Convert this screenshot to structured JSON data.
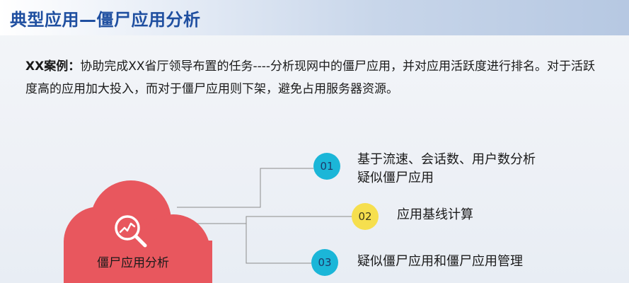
{
  "header": {
    "title": "典型应用—僵尸应用分析"
  },
  "case": {
    "label": "XX案例：",
    "text": "协助完成XX省厅领导布置的任务----分析现网中的僵尸应用，并对应用活跃度进行排名。对于活跃度高的应用加大投入，而对于僵尸应用则下架，避免占用服务器资源。"
  },
  "cloud": {
    "label": "僵尸应用分析",
    "icon": "search-analytics-icon",
    "color": "#e8575e"
  },
  "items": [
    {
      "number": "01",
      "line1": "基于流速、会话数、用户数分析",
      "line2": "疑似僵尸应用",
      "color": "#1bb6d8"
    },
    {
      "number": "02",
      "line1": "应用基线计算",
      "color": "#f6df4e"
    },
    {
      "number": "03",
      "line1": "疑似僵尸应用和僵尸应用管理",
      "color": "#1bb6d8"
    }
  ]
}
